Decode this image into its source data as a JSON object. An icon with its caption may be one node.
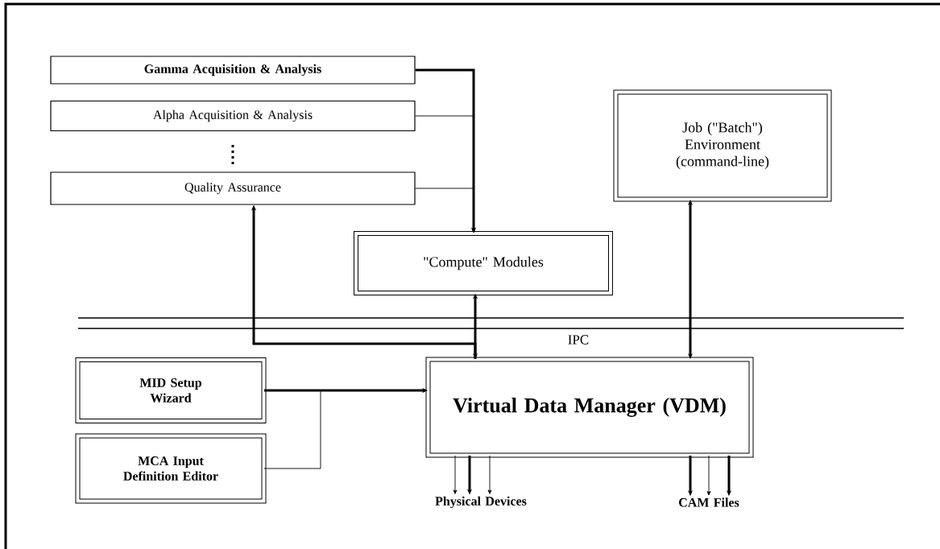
{
  "diagram": {
    "nodes": [
      {
        "text": [
          "Gamma Acquisition & Analysis"
        ]
      },
      {
        "text": [
          "Alpha Acquisition & Analysis"
        ]
      },
      {
        "text": [
          "Quality Assurance"
        ]
      },
      {
        "text": [
          "\"Compute\" Modules"
        ]
      },
      {
        "text": [
          "Job (\"Batch\") Environment (command-line)"
        ]
      },
      {
        "text": [
          "Virtual Data Manager (VDM)"
        ]
      },
      {
        "text": [
          "MID Setup Wizard"
        ]
      },
      {
        "text": [
          "MCA Input Definition Editor"
        ]
      },
      {
        "text": [
          "Physical Devices"
        ]
      },
      {
        "text": [
          "CAM Files"
        ]
      }
    ],
    "edges": [
      {
        "from": 0,
        "to": 3,
        "arrow": "to"
      },
      {
        "from": 1,
        "to": 3,
        "arrow": "to"
      },
      {
        "from": 2,
        "to": 3,
        "arrow": "to"
      },
      {
        "from": 3,
        "to": 5,
        "arrow": "both"
      },
      {
        "from": 5,
        "to": 2,
        "arrow": "to"
      },
      {
        "from": 4,
        "to": 5,
        "arrow": "both"
      },
      {
        "from": 6,
        "to": 5,
        "arrow": "to"
      },
      {
        "from": 7,
        "to": 5,
        "arrow": "to"
      },
      {
        "from": 5,
        "to": 8,
        "arrow": "to"
      },
      {
        "from": 5,
        "to": 8,
        "arrow": "to"
      },
      {
        "from": 5,
        "to": 8,
        "arrow": "to"
      },
      {
        "from": 5,
        "to": 9,
        "arrow": "to"
      },
      {
        "from": 5,
        "to": 9,
        "arrow": "to"
      },
      {
        "from": 5,
        "to": 9,
        "arrow": "to"
      }
    ],
    "labels": [
      "IPC"
    ]
  }
}
